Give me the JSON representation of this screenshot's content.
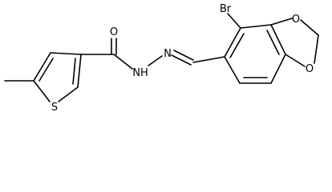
{
  "molecule": {
    "atoms": {
      "oxygen_carbonyl": "O",
      "nh": "NH",
      "n_imine": "N",
      "bromine": "Br",
      "oxygen_ring_top": "O",
      "oxygen_ring_bottom": "O",
      "sulfur": "S"
    }
  }
}
